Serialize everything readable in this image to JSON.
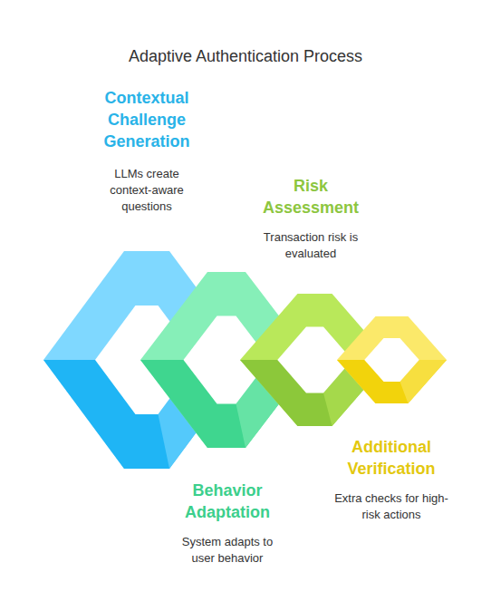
{
  "diagram": {
    "title": "Adaptive Authentication Process",
    "nodes": [
      {
        "text": [
          "Contextual Challenge Generation",
          "LLMs create context-aware questions"
        ]
      },
      {
        "text": [
          "Risk Assessment",
          "Transaction risk is evaluated"
        ]
      },
      {
        "text": [
          "Behavior Adaptation",
          "System adapts to user behavior"
        ]
      },
      {
        "text": [
          "Additional Verification",
          "Extra checks for high-risk actions"
        ]
      }
    ]
  }
}
